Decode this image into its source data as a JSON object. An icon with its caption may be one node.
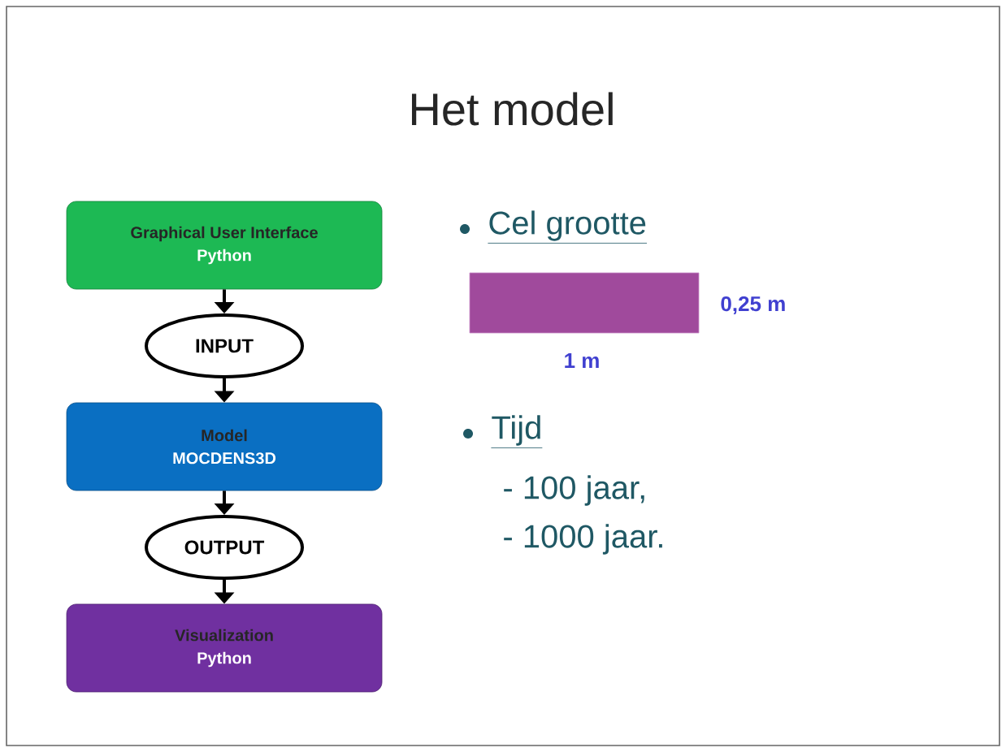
{
  "diagram": {
    "title": "Het model",
    "nodes": [
      {
        "text": [
          "Graphical User Interface",
          "Python"
        ]
      },
      {
        "text": [
          "INPUT"
        ]
      },
      {
        "text": [
          "Model",
          "MOCDENS3D"
        ]
      },
      {
        "text": [
          "OUTPUT"
        ]
      },
      {
        "text": [
          "Visualization",
          "Python"
        ]
      }
    ],
    "edges": [
      {
        "from": 0,
        "to": 1,
        "arrow": "to"
      },
      {
        "from": 1,
        "to": 2,
        "arrow": "to"
      },
      {
        "from": 2,
        "to": 3,
        "arrow": "to"
      },
      {
        "from": 3,
        "to": 4,
        "arrow": "to"
      }
    ],
    "labels": [
      "Cel grootte",
      "0,25 m",
      "1 m",
      "Tijd",
      "- 100 jaar,",
      "- 1000 jaar."
    ]
  }
}
